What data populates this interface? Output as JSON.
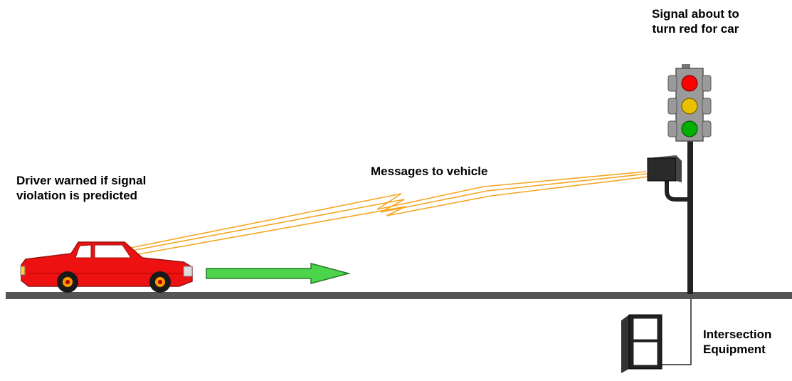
{
  "labels": {
    "signal_line1": "Signal about to",
    "signal_line2": "turn red for car",
    "driver_line1": "Driver warned if signal",
    "driver_line2": "violation is predicted",
    "messages": "Messages  to vehicle",
    "equipment_line1": "Intersection",
    "equipment_line2": "Equipment"
  },
  "colors": {
    "road": "#555555",
    "car_body": "#ee1111",
    "car_window": "#ffffff",
    "wheel": "#1a1a1a",
    "hubcap": "#ff9900",
    "signal_housing": "#9a9a9a",
    "light_red": "#ff0000",
    "light_yellow": "#e8c000",
    "light_green": "#00b000",
    "pole": "#222222",
    "arrow_fill": "#4cd44c",
    "message_line": "#f5a623",
    "cabinet": "#222222"
  },
  "icons": {
    "car": "car-icon",
    "arrow": "direction-arrow-icon",
    "signal": "traffic-signal-icon",
    "transmitter": "transmitter-box-icon",
    "cabinet": "equipment-cabinet-icon"
  }
}
